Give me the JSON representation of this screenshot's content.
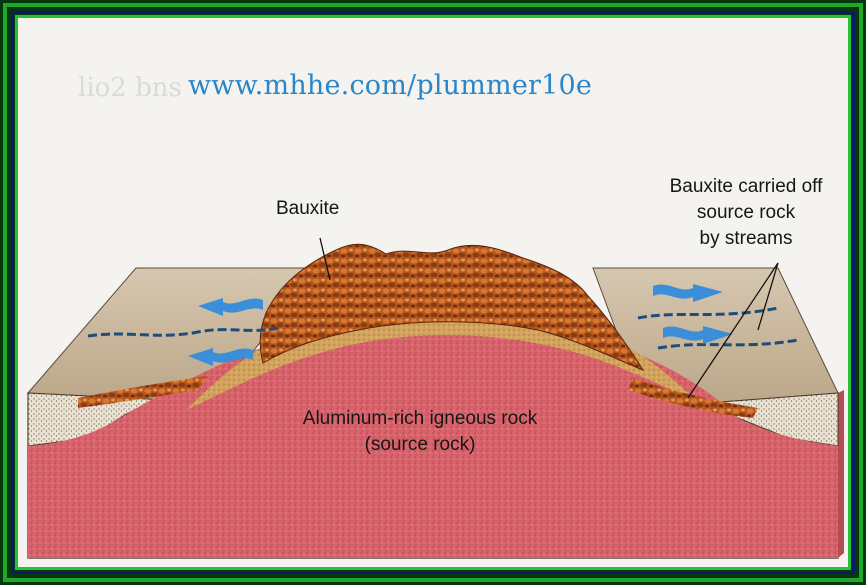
{
  "url_text": "www.mhhe.com/plummer10e",
  "labels": {
    "bauxite": "Bauxite",
    "carried_line1": "Bauxite carried off",
    "carried_line2": "source rock",
    "carried_line3": "by streams",
    "rock_line1": "Aluminum-rich igneous rock",
    "rock_line2": "(source rock)"
  },
  "colors": {
    "frame_green": "#1fa82a",
    "frame_blue": "#0b1b6b",
    "url_blue": "#2a86c8",
    "bauxite_brown": "#b5561f",
    "igneous_pink": "#d8636a",
    "plateau_tan": "#c9b79c",
    "stream_blue": "#3a8fd8"
  }
}
